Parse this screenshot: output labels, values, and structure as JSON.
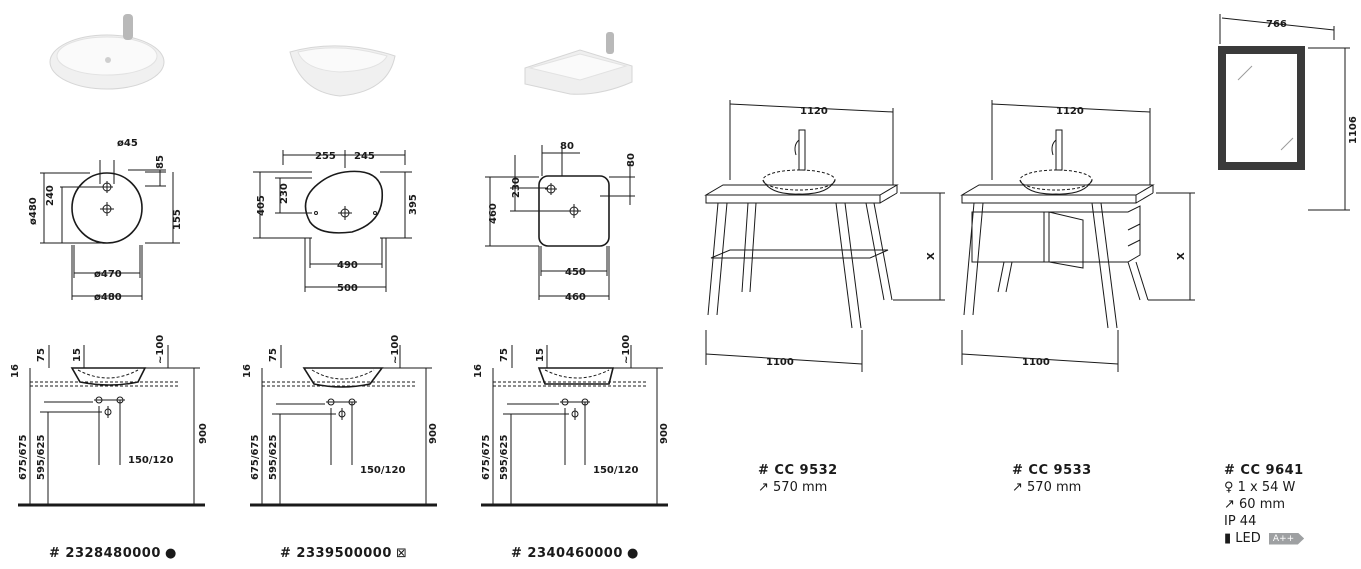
{
  "products": [
    {
      "code": "# 2328480000",
      "symbol": "●"
    },
    {
      "code": "# 2339500000",
      "symbol": "⊠"
    },
    {
      "code": "# 2340460000",
      "symbol": "●"
    },
    {
      "code": "# CC 9532",
      "depth": "↗ 570 mm"
    },
    {
      "code": "# CC 9533",
      "depth": "↗ 570 mm"
    },
    {
      "code": "# CC 9641",
      "lamp": "♀ 1 x 54 W",
      "depth": "↗ 60 mm",
      "ip": "IP 44",
      "led": "LED",
      "energy": "A++"
    }
  ],
  "dims": {
    "b1": {
      "hole": "ø45",
      "h85": "85",
      "h240": "240",
      "h480": "ø480",
      "h155": "155",
      "d470": "ø470",
      "d480": "ø480"
    },
    "b2": {
      "w255": "255",
      "w245": "245",
      "h405": "405",
      "h230": "230",
      "h395": "395",
      "w490": "490",
      "w500": "500"
    },
    "b3": {
      "w80": "80",
      "h80": "80",
      "h460": "460",
      "h230": "230",
      "w450": "450",
      "w460": "460"
    },
    "side": {
      "h16": "16",
      "h75": "75",
      "h15": "15",
      "h100": "~100",
      "h675": "675/675",
      "h595": "595/625",
      "h150": "150/120",
      "h900": "900"
    },
    "cc": {
      "w1120": "1120",
      "w1100": "1100",
      "x": "X"
    },
    "mirror": {
      "w766": "766",
      "h1106": "1106"
    }
  }
}
